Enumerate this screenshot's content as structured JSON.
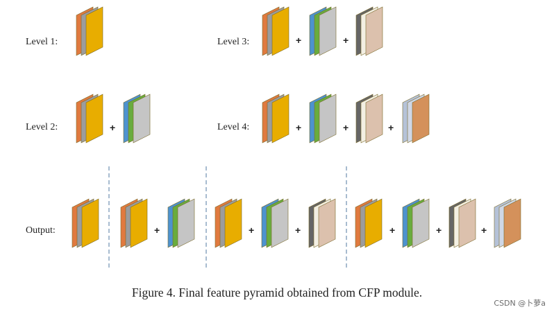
{
  "labels": {
    "level1": "Level 1:",
    "level2": "Level 2:",
    "level3": "Level 3:",
    "level4": "Level 4:",
    "output": "Output:"
  },
  "plus_symbol": "+",
  "caption": "Figure 4. Final feature pyramid obtained from CFP module.",
  "watermark": "CSDN @卜萝a",
  "colors": {
    "stroke": "#7a6a2a",
    "divider": "#6f8fb0",
    "stackA": [
      "#e07a3f",
      "#9c9c9c",
      "#e8ad00"
    ],
    "stackB": [
      "#4d93cf",
      "#69ac3e",
      "#c5c5c5"
    ],
    "stackC": [
      "#666666",
      "#f3efe3",
      "#dcc1ad"
    ],
    "stackD": [
      "#b5c2d8",
      "#cfd7e6",
      "#d4915b"
    ]
  },
  "rows": {
    "level1": [
      "stackA"
    ],
    "level2": [
      "stackA",
      "stackB"
    ],
    "level3": [
      "stackA",
      "stackB",
      "stackC"
    ],
    "level4": [
      "stackA",
      "stackB",
      "stackC",
      "stackD"
    ],
    "output_groups": [
      [
        "stackA"
      ],
      [
        "stackA",
        "stackB"
      ],
      [
        "stackA",
        "stackB",
        "stackC"
      ],
      [
        "stackA",
        "stackB",
        "stackC",
        "stackD"
      ]
    ]
  }
}
